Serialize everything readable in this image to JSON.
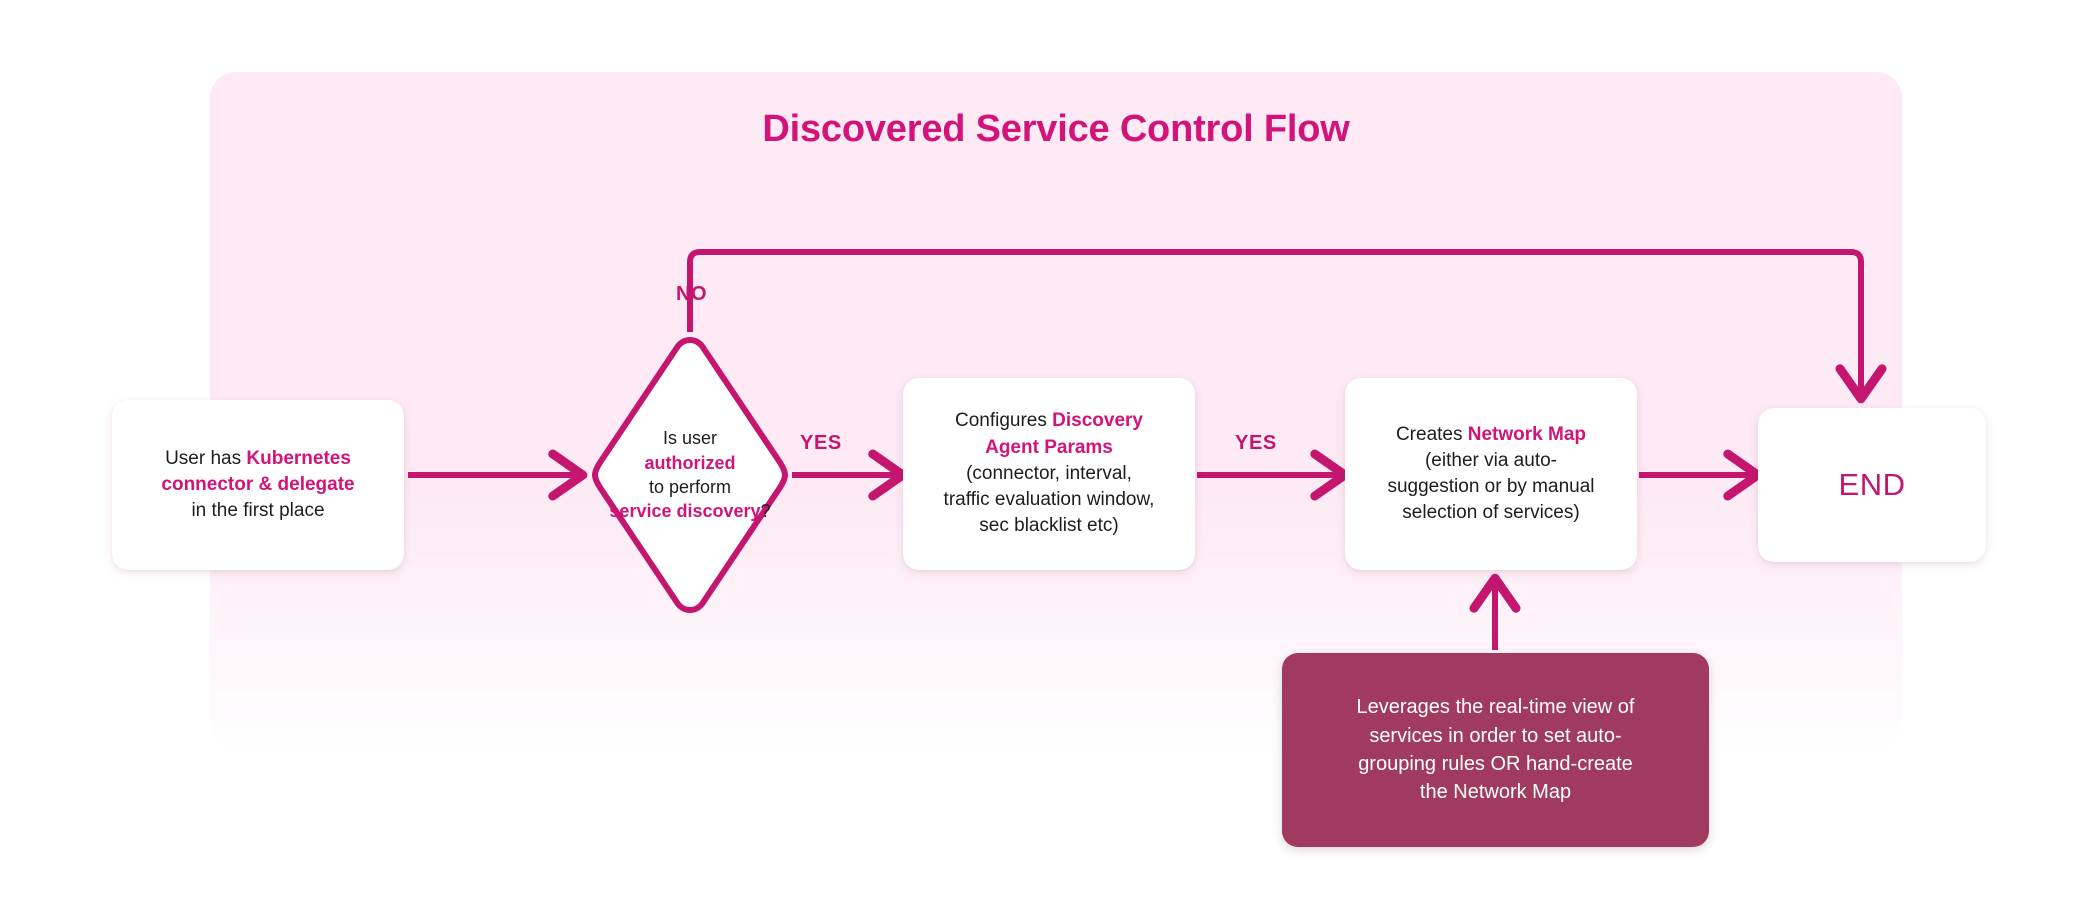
{
  "title": "Discovered Service Control Flow",
  "colors": {
    "accent": "#d2147a",
    "line": "#c4166f",
    "panel_bg": "#fdeaf4",
    "note_bg": "#a03a5e",
    "node_bg": "#ffffff",
    "text": "#1d1d1f",
    "note_text": "#ffffff"
  },
  "nodes": {
    "user": {
      "shape": "rounded-rect",
      "lines": [
        {
          "segments": [
            {
              "t": "User has ",
              "hl": false
            },
            {
              "t": "Kubernetes",
              "hl": true
            }
          ]
        },
        {
          "segments": [
            {
              "t": "connector & delegate",
              "hl": true
            }
          ]
        },
        {
          "segments": [
            {
              "t": "in the first place",
              "hl": false
            }
          ]
        }
      ],
      "plain_text": "User has Kubernetes connector & delegate in the first place"
    },
    "decision": {
      "shape": "diamond",
      "lines": [
        {
          "segments": [
            {
              "t": "Is user",
              "hl": false
            }
          ]
        },
        {
          "segments": [
            {
              "t": "authorized",
              "hl": true
            }
          ]
        },
        {
          "segments": [
            {
              "t": "to perform",
              "hl": false
            }
          ]
        },
        {
          "segments": [
            {
              "t": "service discovery",
              "hl": true
            },
            {
              "t": "?",
              "hl": false
            }
          ]
        }
      ],
      "plain_text": "Is user authorized to perform service discovery?"
    },
    "config": {
      "shape": "rounded-rect",
      "lines": [
        {
          "segments": [
            {
              "t": "Configures ",
              "hl": false
            },
            {
              "t": "Discovery",
              "hl": true
            }
          ]
        },
        {
          "segments": [
            {
              "t": "Agent Params",
              "hl": true
            }
          ]
        },
        {
          "segments": [
            {
              "t": "(connector, interval,",
              "hl": false
            }
          ]
        },
        {
          "segments": [
            {
              "t": "traffic evaluation window,",
              "hl": false
            }
          ]
        },
        {
          "segments": [
            {
              "t": "sec blacklist etc)",
              "hl": false
            }
          ]
        }
      ],
      "plain_text": "Configures Discovery Agent Params (connector, interval, traffic evaluation window, sec blacklist etc)"
    },
    "netmap": {
      "shape": "rounded-rect",
      "lines": [
        {
          "segments": [
            {
              "t": "Creates ",
              "hl": false
            },
            {
              "t": "Network Map",
              "hl": true
            }
          ]
        },
        {
          "segments": [
            {
              "t": "(either via auto-",
              "hl": false
            }
          ]
        },
        {
          "segments": [
            {
              "t": "suggestion or by manual",
              "hl": false
            }
          ]
        },
        {
          "segments": [
            {
              "t": "selection of services)",
              "hl": false
            }
          ]
        }
      ],
      "plain_text": "Creates Network Map (either via auto-suggestion or by manual selection of services)"
    },
    "end": {
      "shape": "rounded-rect",
      "label": "END"
    },
    "note": {
      "shape": "rounded-rect-filled",
      "lines": [
        {
          "segments": [
            {
              "t": "Leverages the real-time view of",
              "hl": false
            }
          ]
        },
        {
          "segments": [
            {
              "t": "services in order to set auto-",
              "hl": false
            }
          ]
        },
        {
          "segments": [
            {
              "t": "grouping rules OR hand-create",
              "hl": false
            }
          ]
        },
        {
          "segments": [
            {
              "t": "the Network Map",
              "hl": false
            }
          ]
        }
      ],
      "plain_text": "Leverages the real-time view of services in order to set auto-grouping rules OR hand-create the Network Map"
    }
  },
  "edges": {
    "user_to_decision": {
      "label": ""
    },
    "decision_no": {
      "label": "NO"
    },
    "decision_yes": {
      "label": "YES"
    },
    "config_to_netmap": {
      "label": "YES"
    },
    "netmap_to_end": {
      "label": ""
    },
    "note_to_netmap": {
      "label": ""
    }
  }
}
